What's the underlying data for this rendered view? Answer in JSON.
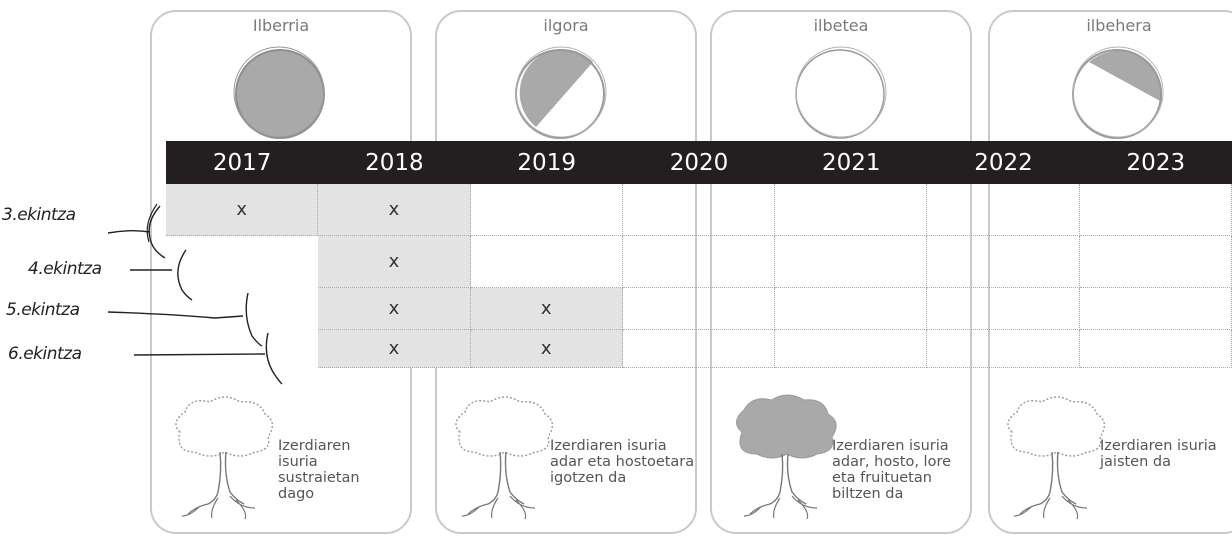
{
  "phases": [
    {
      "name": "Ilberria",
      "tree_text": "Izerdiaren isuria sustraietan dago"
    },
    {
      "name": "ilgora",
      "tree_text": "Izerdiaren isuria adar eta hostoetara igotzen da"
    },
    {
      "name": "ilbetea",
      "tree_text": "Izerdiaren isuria adar, hosto, lore eta fruituetan biltzen da"
    },
    {
      "name": "ilbehera",
      "tree_text": "Izerdiaren isuria jaisten da"
    }
  ],
  "years": [
    "2017",
    "2018",
    "2019",
    "2020",
    "2021",
    "2022",
    "2023"
  ],
  "activities": [
    {
      "label": "3.ekintza",
      "marks": [
        "x",
        "x",
        "",
        "",
        "",
        "",
        ""
      ]
    },
    {
      "label": "4.ekintza",
      "marks": [
        "",
        "x",
        "",
        "",
        "",
        "",
        ""
      ]
    },
    {
      "label": "5.ekintza",
      "marks": [
        "",
        "x",
        "x",
        "",
        "",
        "",
        ""
      ]
    },
    {
      "label": "6.ekintza",
      "marks": [
        "",
        "x",
        "x",
        "",
        "",
        "",
        ""
      ]
    }
  ],
  "colors": {
    "bar": "#231f20",
    "fill": "#e3e3e4",
    "moon_fill": "#a9a9a9",
    "card_border": "#c9c9c9"
  }
}
